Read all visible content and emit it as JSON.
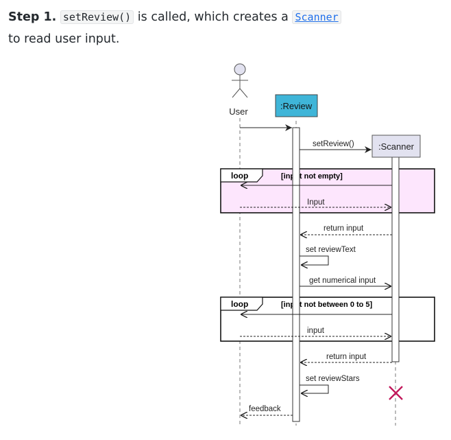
{
  "step": {
    "label": "Step 1.",
    "code1": "setReview()",
    "text1": "is called, which creates a",
    "code2": "Scanner",
    "text2": "to read user input."
  },
  "diagram": {
    "participants": {
      "user": "User",
      "review": ":Review",
      "scanner": ":Scanner"
    },
    "messages": {
      "set_review": "setReview()",
      "input_1": "Input",
      "return_input_1": "return input",
      "set_review_text": "set reviewText",
      "get_numerical_input": "get numerical input",
      "input_2": "input",
      "return_input_2": "return input",
      "set_review_stars": "set reviewStars",
      "feedback": "feedback"
    },
    "fragments": {
      "loop1": {
        "keyword": "loop",
        "guard": "[input not empty]"
      },
      "loop2": {
        "keyword": "loop",
        "guard": "[input not between 0 to 5]"
      }
    },
    "colors": {
      "review_box": "#3fb5d8",
      "scanner_box": "#e2e2f0",
      "loop1_fill": "#fde6fd",
      "destroy_mark": "#c2185b"
    }
  }
}
